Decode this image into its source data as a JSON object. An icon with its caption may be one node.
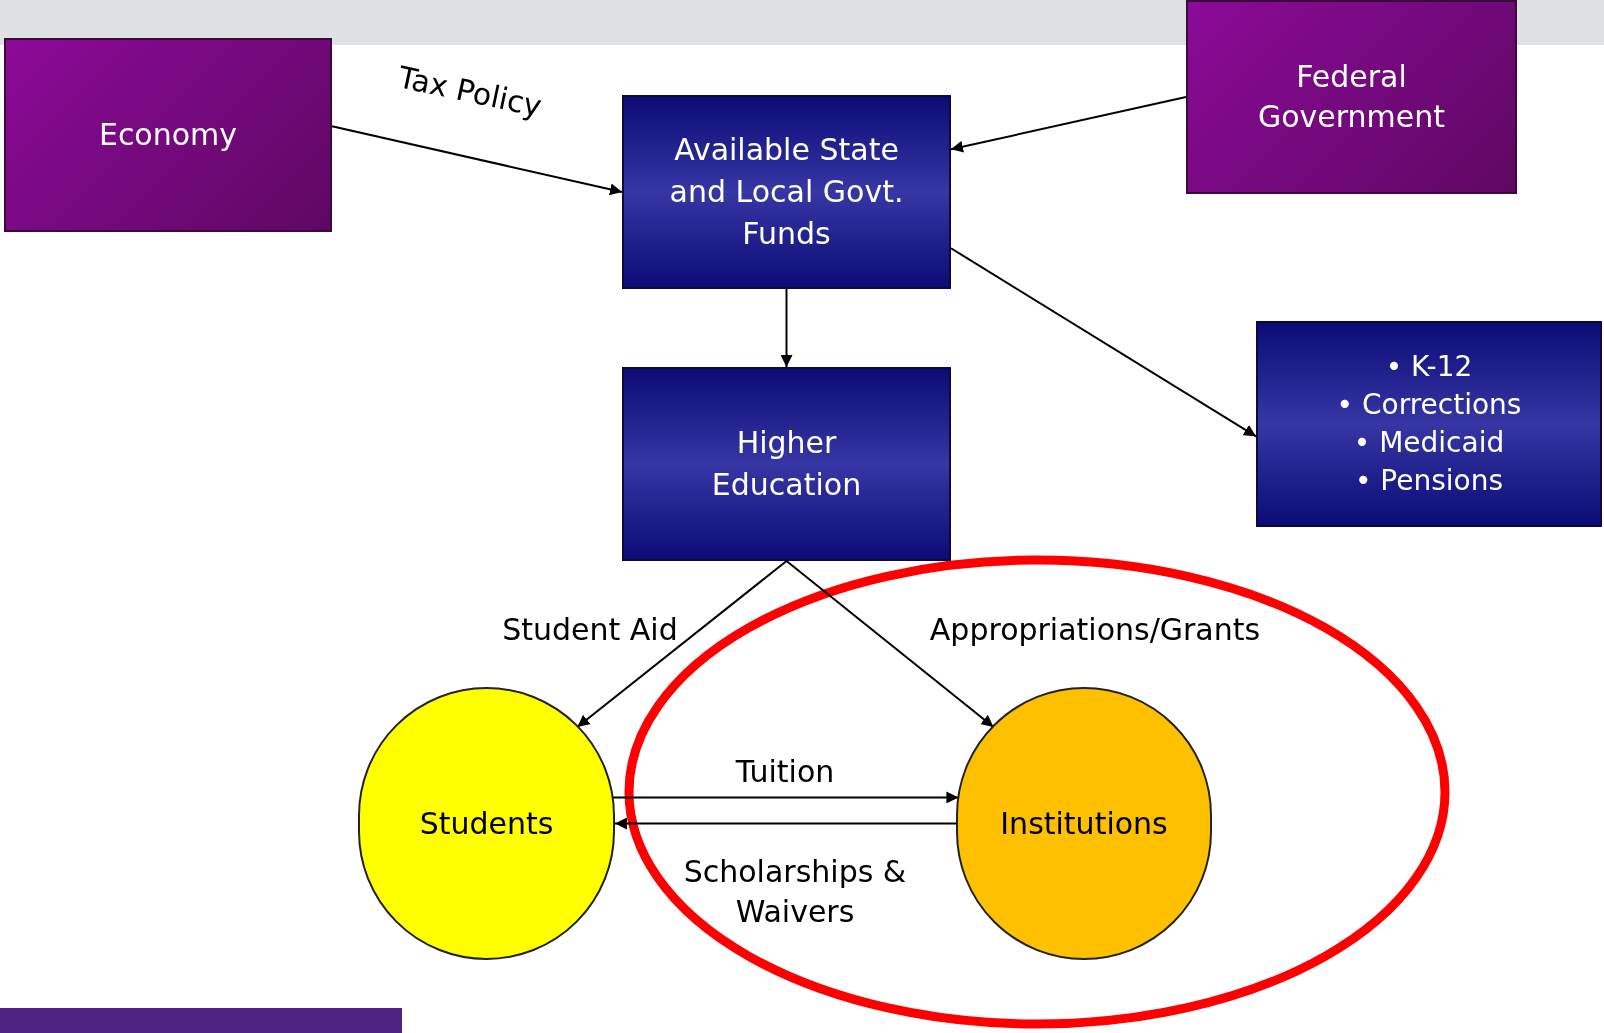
{
  "diagram": {
    "nodes": [
      {
        "text": [
          "Economy"
        ]
      },
      {
        "text": [
          "Available State and Local Govt. Funds"
        ]
      },
      {
        "text": [
          "Federal Government"
        ]
      },
      {
        "text": [
          "Higher Education"
        ]
      },
      {
        "text": [
          "• K-12",
          "• Corrections",
          "• Medicaid",
          "• Pensions"
        ]
      },
      {
        "text": [
          "Students"
        ]
      },
      {
        "text": [
          "Institutions"
        ]
      }
    ],
    "edges": [
      {
        "from": 0,
        "to": 1,
        "arrow": "to",
        "label": "Tax Policy"
      },
      {
        "from": 2,
        "to": 1,
        "arrow": "to"
      },
      {
        "from": 1,
        "to": 3,
        "arrow": "to"
      },
      {
        "from": 1,
        "to": 4,
        "arrow": "to"
      },
      {
        "from": 3,
        "to": 5,
        "arrow": "to",
        "label": "Student Aid"
      },
      {
        "from": 3,
        "to": 6,
        "arrow": "to",
        "label": "Appropriations/Grants"
      },
      {
        "from": 5,
        "to": 6,
        "arrow": "to",
        "label": "Tuition"
      },
      {
        "from": 6,
        "to": 5,
        "arrow": "to",
        "label": "Scholarships & Waivers"
      }
    ]
  }
}
